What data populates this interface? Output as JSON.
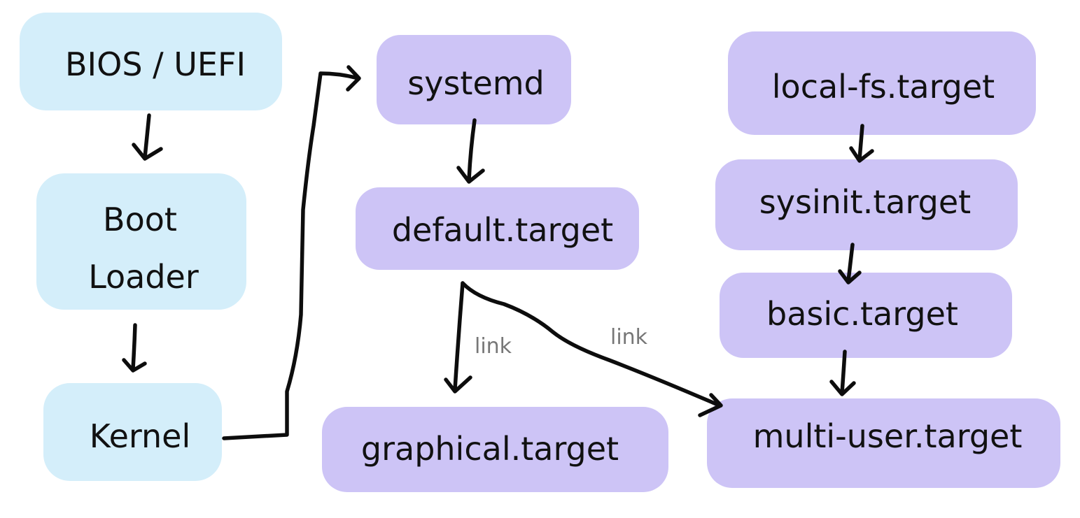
{
  "colors": {
    "boot_node": "#d4eefa",
    "unit_node": "#cdc4f6",
    "arrow": "#0d0d0d",
    "link_label": "#777777"
  },
  "nodes": {
    "bios_uefi": {
      "label": "BIOS / UEFI"
    },
    "boot_loader": {
      "line1": "Boot",
      "line2": "Loader"
    },
    "kernel": {
      "label": "Kernel"
    },
    "systemd": {
      "label": "systemd"
    },
    "default_target": {
      "label": "default.target"
    },
    "graphical_target": {
      "label": "graphical.target"
    },
    "local_fs_target": {
      "label": "local-fs.target"
    },
    "sysinit_target": {
      "label": "sysinit.target"
    },
    "basic_target": {
      "label": "basic.target"
    },
    "multi_user_target": {
      "label": "multi-user.target"
    }
  },
  "edge_labels": {
    "link_graphical": "link",
    "link_multi_user": "link"
  }
}
